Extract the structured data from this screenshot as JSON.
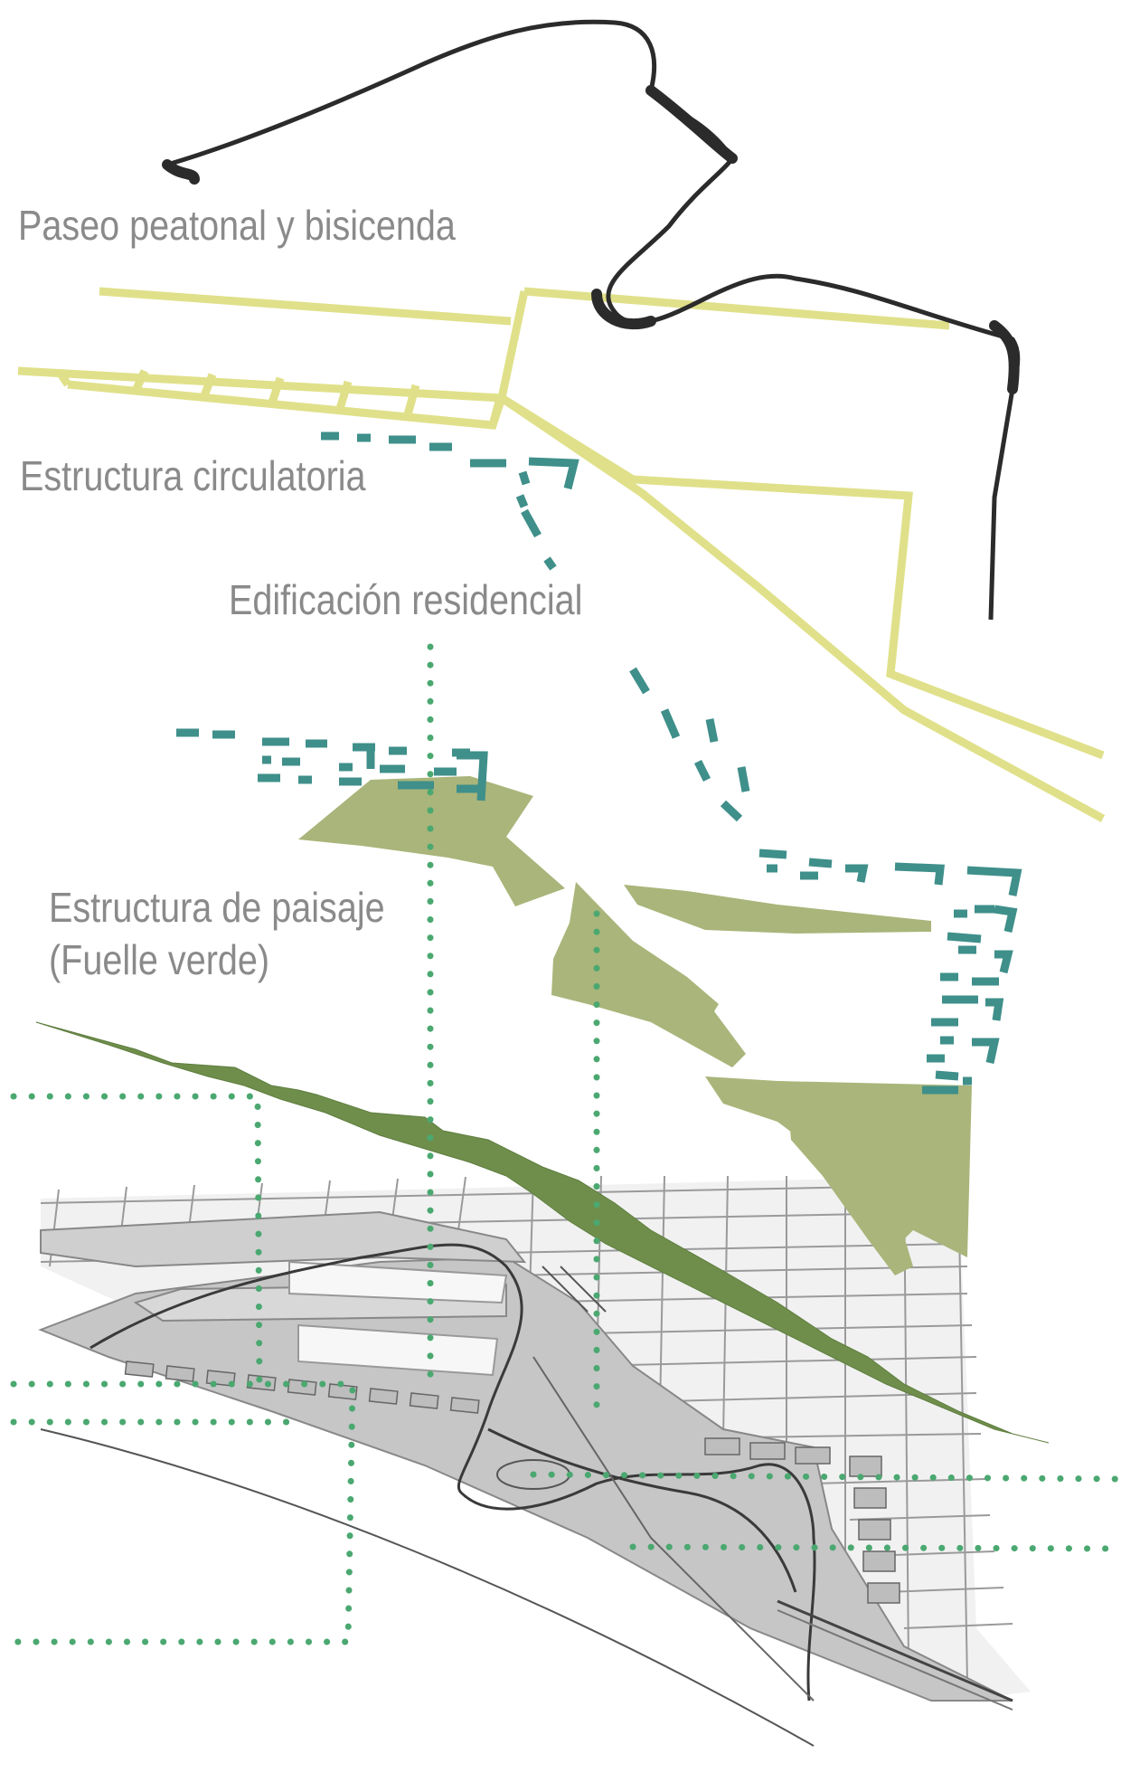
{
  "layers": {
    "paseo": {
      "label": "Paseo peatonal y bisicenda"
    },
    "circulacion": {
      "label": "Estructura circulatoria"
    },
    "residencial": {
      "label": "Edificación residencial"
    },
    "paisaje": {
      "label_line1": "Estructura de paisaje",
      "label_line2": "(Fuelle verde)"
    }
  },
  "colors": {
    "paseo_path": "#2b2b2b",
    "circulation_roads": "#e0e08a",
    "residential_blocks": "#3f8f8a",
    "landscape_fill": "#a9b57a",
    "green_belt": "#6f8e4c",
    "dotted_guides": "#4aa870",
    "base_map_fill": "#c9c9c9",
    "city_blocks": "#ececec",
    "label_text": "#8a8a8a"
  }
}
